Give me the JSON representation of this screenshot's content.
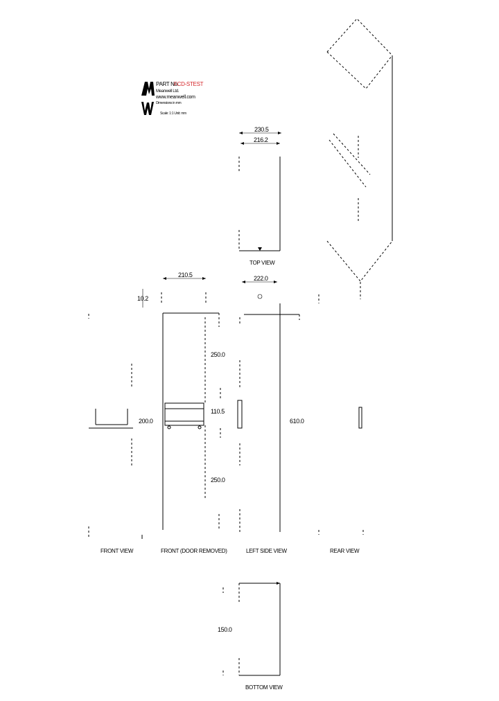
{
  "logo": {
    "part_no_label": "PART No.",
    "part_no_value": "FCD-STEST",
    "line1": "Meanwell Ltd.",
    "line2": "www.meanwell.com",
    "line3": "Dimensions in mm",
    "line4": "Scale: 1:1  Unit: mm"
  },
  "views": {
    "top": "TOP VIEW",
    "front": "FRONT VIEW",
    "front_door": "FRONT (DOOR REMOVED)",
    "left": "LEFT SIDE VIEW",
    "rear": "REAR VIEW",
    "bottom": "BOTTOM VIEW"
  },
  "dims": {
    "top_outer": "230.5",
    "top_inner": "216.2",
    "front_width": "210.5",
    "front_depth_small": "10.2",
    "front_side": "200.0",
    "door_upper": "250.0",
    "door_mid": "110.5",
    "door_lower": "250.0",
    "left_width": "222.0",
    "left_height": "610.0",
    "bottom_depth": "150.0"
  }
}
